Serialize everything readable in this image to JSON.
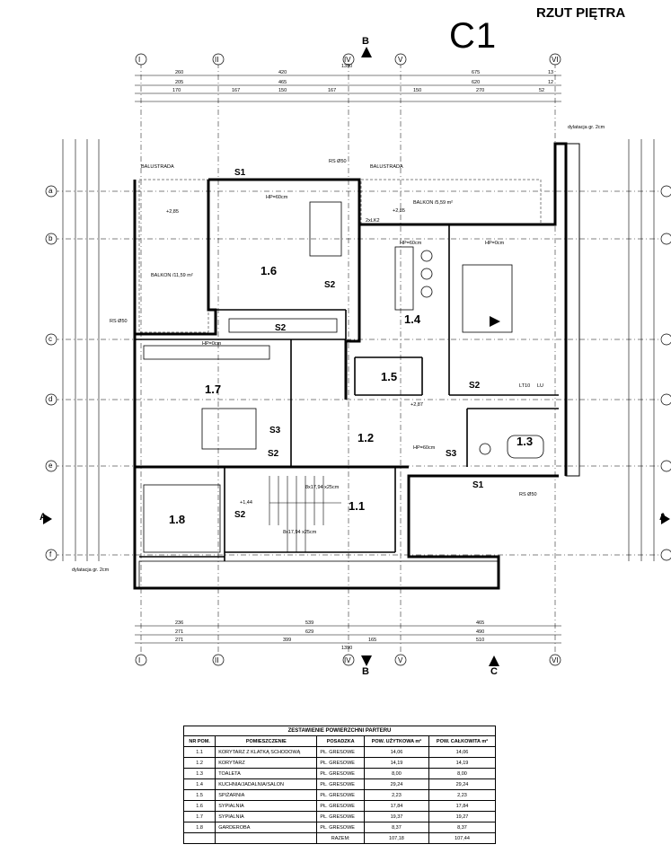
{
  "header": {
    "code": "C1",
    "title": "RZUT PIĘTRA"
  },
  "grid_axes": {
    "columns": [
      "I",
      "II",
      "IV",
      "V",
      "VI"
    ],
    "rows": [
      "a",
      "b",
      "c",
      "d",
      "e",
      "f"
    ],
    "sections": [
      "A",
      "B",
      "C"
    ]
  },
  "rooms": [
    {
      "id": "1.1",
      "label": "1.1"
    },
    {
      "id": "1.2",
      "label": "1.2"
    },
    {
      "id": "1.3",
      "label": "1.3"
    },
    {
      "id": "1.4",
      "label": "1.4"
    },
    {
      "id": "1.5",
      "label": "1.5"
    },
    {
      "id": "1.6",
      "label": "1.6"
    },
    {
      "id": "1.7",
      "label": "1.7"
    },
    {
      "id": "1.8",
      "label": "1.8"
    }
  ],
  "tags": {
    "s1": "S1",
    "s2": "S2",
    "s3": "S3"
  },
  "annotations": {
    "balustrada": "BALUSTRADA",
    "balkon_left": "BALKON /11,59 m²",
    "balkon_right": "BALKON /5,59 m²",
    "rs": "RS Ø50",
    "dylatacja": "dylatacja gr. 2cm",
    "stairs_upper": "8x17,94 x25cm",
    "stairs_lower": "8x17,94 x25cm",
    "hp60": "HP=60cm",
    "hp0": "HP=0cm",
    "lu": "LU",
    "lk2": "2xLK2",
    "lt": "LT10",
    "level_285": "+2,85",
    "level_287": "+2,87",
    "level_144": "+1,44"
  },
  "dims_top": {
    "row1": [
      "260",
      "420",
      "675",
      "13"
    ],
    "row2": [
      "205",
      "465",
      "620",
      "12"
    ],
    "row3": [
      "170",
      "167",
      "150",
      "167",
      "150",
      "270",
      "52"
    ],
    "total": "1390"
  },
  "dims_bottom": {
    "row1": [
      "236",
      "539",
      "465"
    ],
    "row2": [
      "271",
      "629",
      "490"
    ],
    "row3": [
      "271",
      "399",
      "165",
      "510"
    ],
    "total": "1390"
  },
  "table": {
    "title": "ZESTAWIENIE POWIERZCHNI PARTERU",
    "headers": [
      "NR POM.",
      "POMIESZCZENIE",
      "POSADZKA",
      "POW. UŻYTKOWA m²",
      "POW. CAŁKOWITA m²"
    ],
    "rows": [
      [
        "1.1",
        "KORYTARZ Z KLATKĄ SCHODOWĄ",
        "PŁ. GRESOWE",
        "14,06",
        "14,06"
      ],
      [
        "1.2",
        "KORYTARZ",
        "PŁ. GRESOWE",
        "14,19",
        "14,19"
      ],
      [
        "1.3",
        "TOALETA",
        "PŁ. GRESOWE",
        "8,00",
        "8,00"
      ],
      [
        "1.4",
        "KUCHNIA/JADALNIA/SALON",
        "PŁ. GRESOWE",
        "29,24",
        "29,24"
      ],
      [
        "1.5",
        "SPIŻARNIA",
        "PŁ. GRESOWE",
        "2,23",
        "2,23"
      ],
      [
        "1.6",
        "SYPIALNIA",
        "PŁ. GRESOWE",
        "17,84",
        "17,84"
      ],
      [
        "1.7",
        "SYPIALNIA",
        "PŁ. GRESOWE",
        "19,37",
        "19,27"
      ],
      [
        "1.8",
        "GARDEROBA",
        "PŁ. GRESOWE",
        "8,37",
        "8,37"
      ]
    ],
    "total_label": "RAZEM:",
    "total_use": "107,18",
    "total_all": "107,44"
  }
}
